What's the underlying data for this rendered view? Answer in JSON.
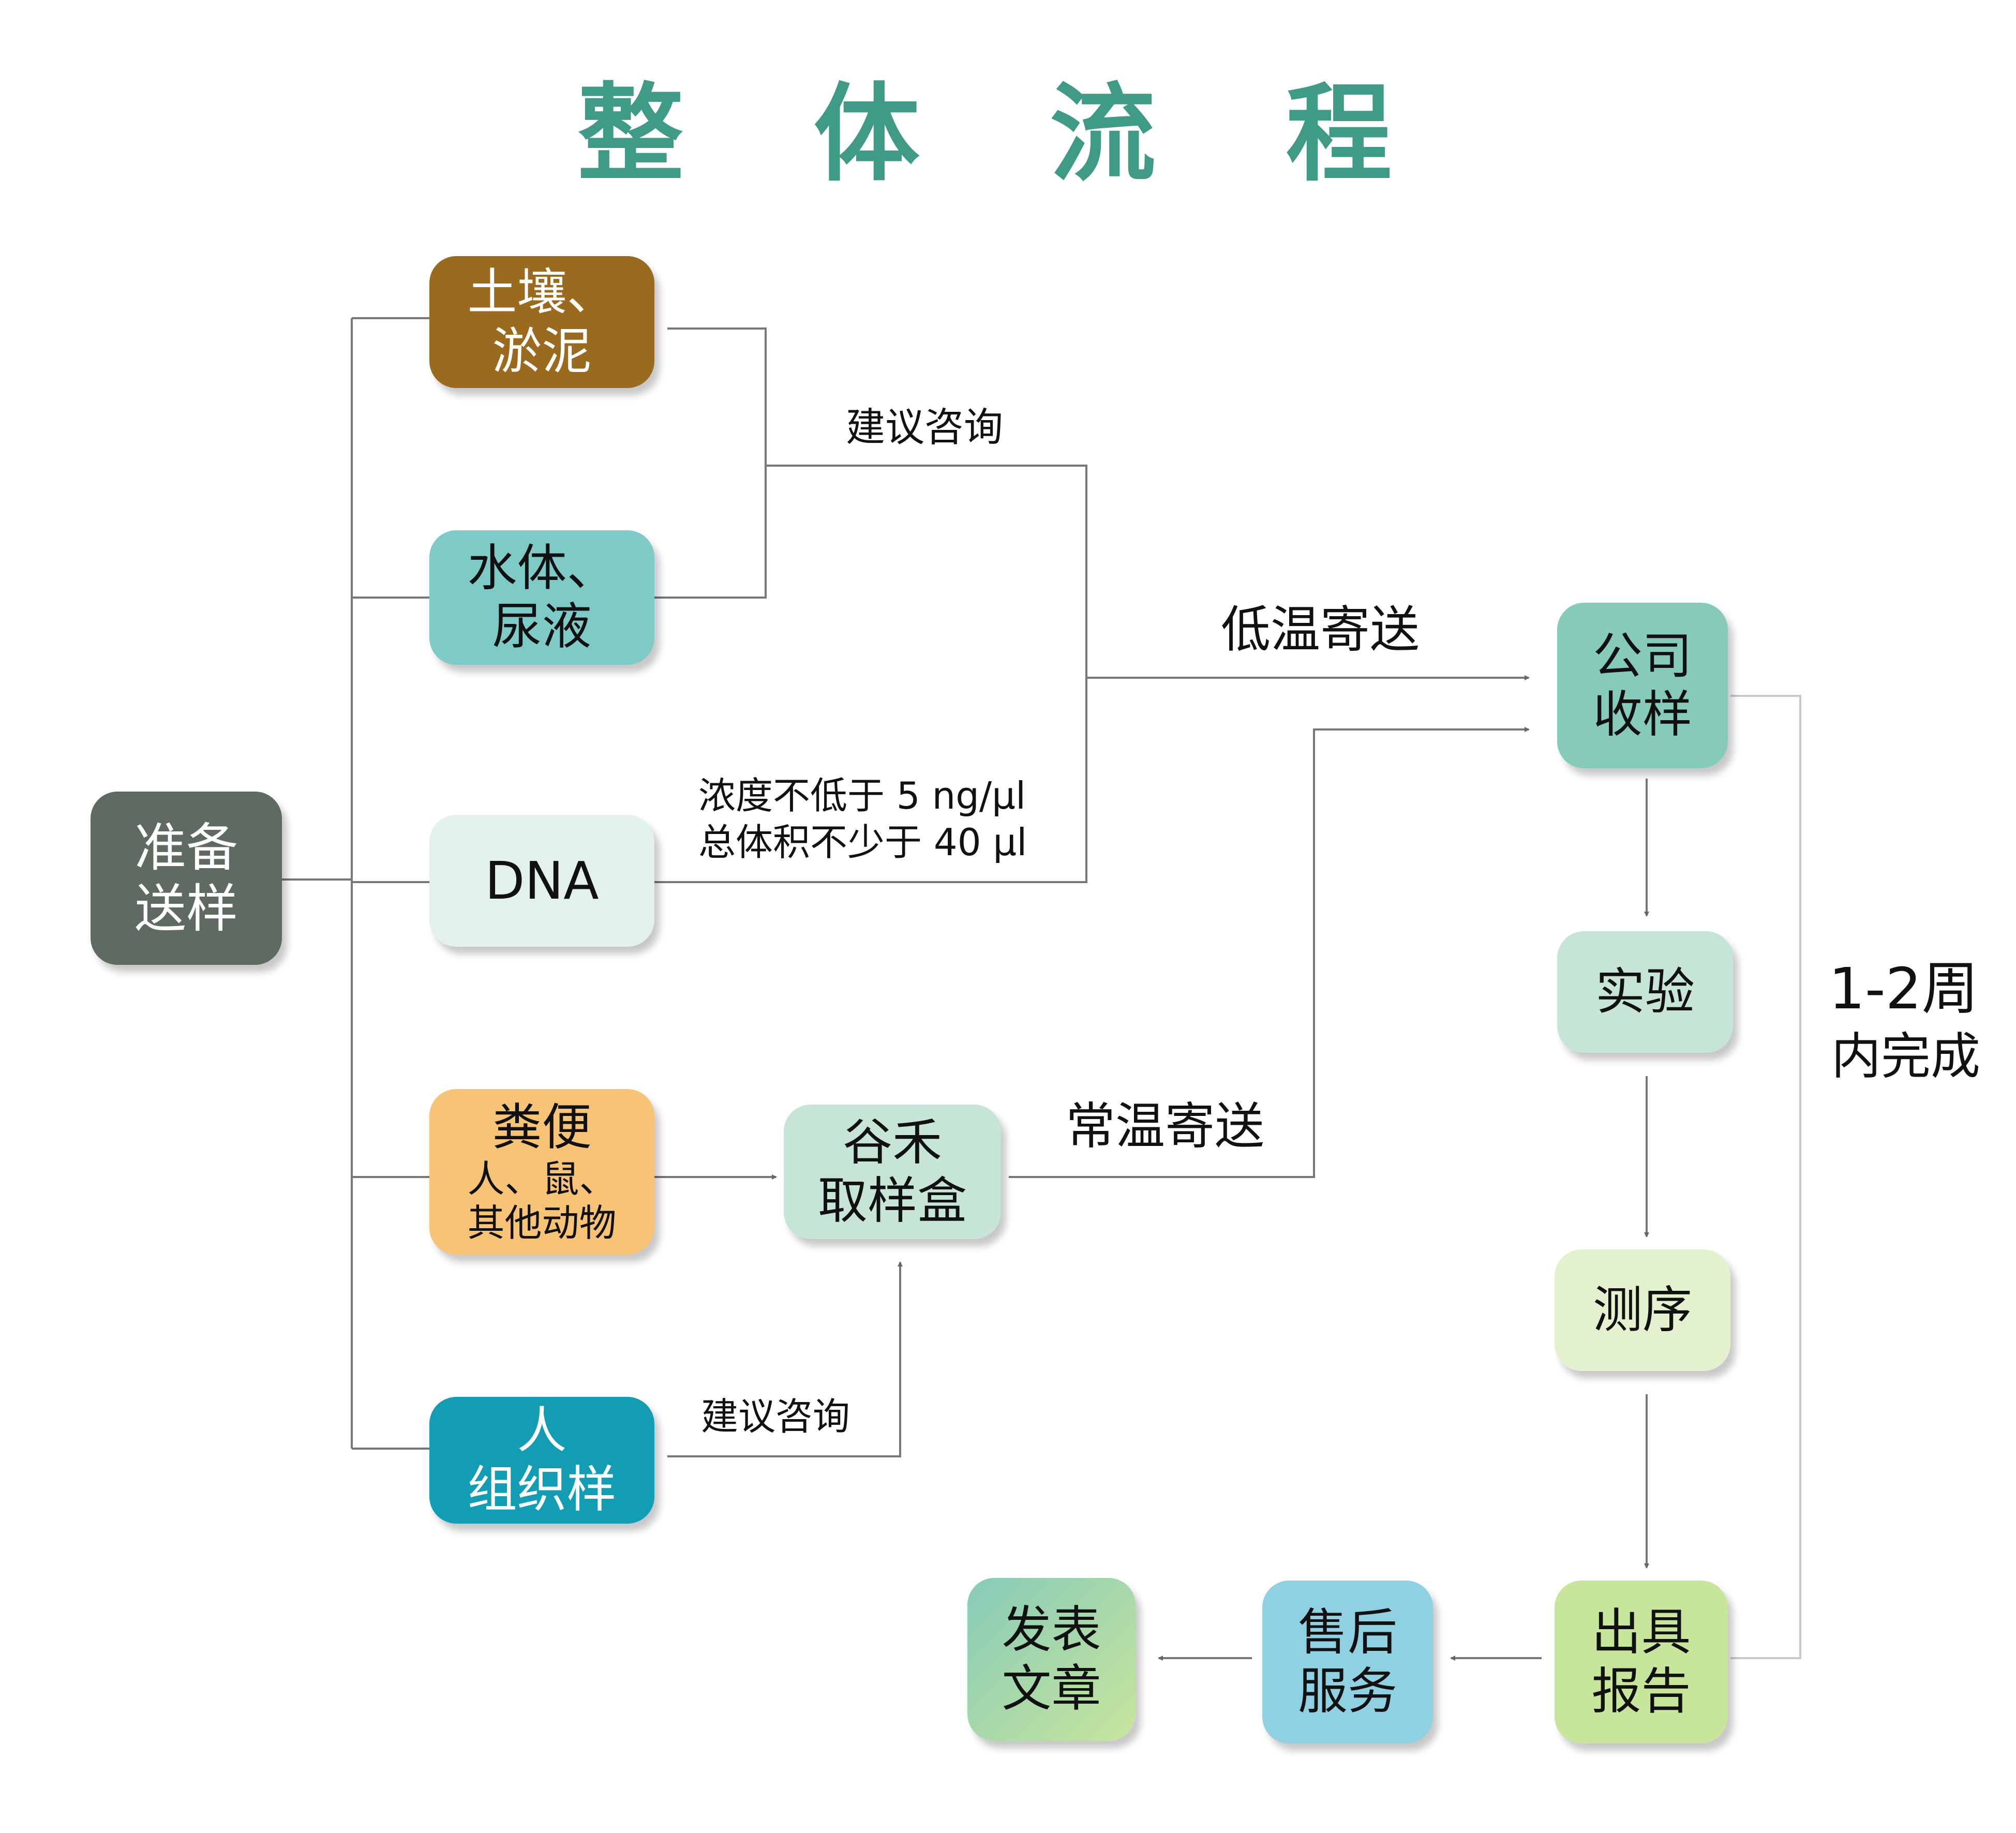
{
  "title": "整 体 流 程",
  "nodes": {
    "prepare": [
      "准备",
      "送样"
    ],
    "soil": [
      "土壤、",
      "淤泥"
    ],
    "water": [
      "水体、",
      "尿液"
    ],
    "dna": [
      "DNA"
    ],
    "feces_title": "粪便",
    "feces_sub": [
      "人、鼠、",
      "其他动物"
    ],
    "tissue": [
      "人",
      "组织样"
    ],
    "kit": [
      "谷禾",
      "取样盒"
    ],
    "receive": [
      "公司",
      "收样"
    ],
    "experiment": [
      "实验"
    ],
    "sequencing": [
      "测序"
    ],
    "report": [
      "出具",
      "报告"
    ],
    "aftersale": [
      "售后",
      "服务"
    ],
    "publish": [
      "发表",
      "文章"
    ]
  },
  "labels": {
    "consult_top": "建议咨询",
    "cold_ship": "低温寄送",
    "dna_req": [
      "浓度不低于 5 ng/μl",
      "总体积不少于 40 μl"
    ],
    "room_ship": "常温寄送",
    "consult_bottom": "建议咨询",
    "duration": [
      "1-2周",
      "内完成"
    ]
  },
  "colors": {
    "title": "#3f9a86",
    "prepare": "#5f6a60",
    "soil": "#9a6b1f",
    "water": "#7ecac7",
    "dna": "#e3f1ee",
    "feces": "#f7c377",
    "tissue": "#139db5",
    "kit": "#c6e5d7",
    "receive": "#86cbb9",
    "experiment": "#c6e5d7",
    "sequencing": "#e4f1cf",
    "report": "#c8e59c",
    "aftersale": "#90d0e3",
    "line": "#777777"
  }
}
